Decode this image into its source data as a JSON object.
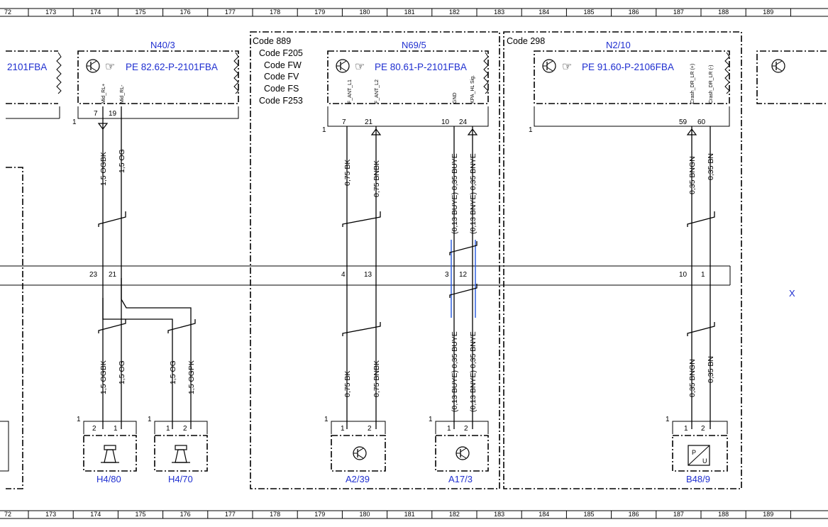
{
  "ruler": {
    "top": [
      {
        "label": "72"
      },
      {
        "label": "173"
      },
      {
        "label": "174"
      },
      {
        "label": "175"
      },
      {
        "label": "176"
      },
      {
        "label": "177"
      },
      {
        "label": "178"
      },
      {
        "label": "179"
      },
      {
        "label": "180"
      },
      {
        "label": "181"
      },
      {
        "label": "182"
      },
      {
        "label": "183"
      },
      {
        "label": "184"
      },
      {
        "label": "185"
      },
      {
        "label": "186"
      },
      {
        "label": "187"
      },
      {
        "label": "188"
      },
      {
        "label": "189"
      }
    ]
  },
  "code_blocks": {
    "left_codes": [
      "Code 889",
      "Code F205",
      "Code FW",
      "Code FV",
      "Code FS",
      "Code F253"
    ],
    "right_code": "Code 298"
  },
  "components": {
    "n40_3": {
      "name": "N40/3",
      "ref": "PE 82.62-P-2101FBA"
    },
    "n40_prev": {
      "ref": "2101FBA"
    },
    "n69_5": {
      "name": "N69/5",
      "ref": "PE 80.61-P-2101FBA"
    },
    "n2_10": {
      "name": "N2/10",
      "ref": "PE 91.60-P-2106FBA"
    },
    "h4_80": {
      "name": "H4/80"
    },
    "h4_70": {
      "name": "H4/70"
    },
    "a2_39": {
      "name": "A2/39"
    },
    "a17_3": {
      "name": "A17/3"
    },
    "b48_9": {
      "name": "B48/9",
      "p": "P",
      "u": "U"
    }
  },
  "signals": {
    "mid_rl_plus": "Mid_RL+",
    "mid_rl_minus": "Mid_RL-",
    "f_ant_l1": "F_ANT_L1",
    "f_ant_l2": "F_ANT_L2",
    "gnd": "GND",
    "kpa_hl_sig": "KPA_HL Sig.",
    "crash_plus": "Crash_DR_LR (+)",
    "crash_minus": "Crash_DR_LR (-)"
  },
  "pins": {
    "n40_a": "7",
    "n40_b": "19",
    "n69_a": "7",
    "n69_b": "21",
    "n69_c": "10",
    "n69_d": "24",
    "n2_a": "59",
    "n2_b": "60",
    "conn_1": "23",
    "conn_2": "21",
    "conn_3": "4",
    "conn_4": "13",
    "conn_5": "3",
    "conn_6": "12",
    "conn_7": "10",
    "conn_8": "1",
    "h480_a": "2",
    "h480_b": "1",
    "h470_a": "1",
    "h470_b": "2",
    "a239_a": "1",
    "a239_b": "2",
    "a173_a": "1",
    "a173_b": "2",
    "b489_a": "1",
    "b489_b": "2",
    "one": "1"
  },
  "wires": {
    "w1_top": "1,5 OGBK",
    "w2_top": "1,5 OG",
    "w3_top": "0,75 BK",
    "w4_top": "0,75 BNBK",
    "w5_top": "(0,13 BUYE) 0,35 BUYE",
    "w6_top": "(0,13 BNYE) 0,35 BNYE",
    "w7_top": "0,35 BNGN",
    "w8_top": "0,35 BN",
    "w1_bot": "1,5 OGBK",
    "w2_bot": "1,5 OG",
    "w9_bot": "1,5 OG",
    "w10_bot": "1,5 OGPK",
    "w3_bot": "0,75 BK",
    "w4_bot": "0,75 BNBK",
    "w5_bot": "(0,13 BUYE) 0,35 BUYE",
    "w6_bot": "(0,13 BNYE) 0,35 BNYE",
    "w7_bot": "0,35 BNGN",
    "w8_bot": "0,35 BN"
  },
  "marker": "X",
  "colors": {
    "ink": "#000000",
    "link": "#1f2fd0",
    "shield": "#2255dd"
  }
}
